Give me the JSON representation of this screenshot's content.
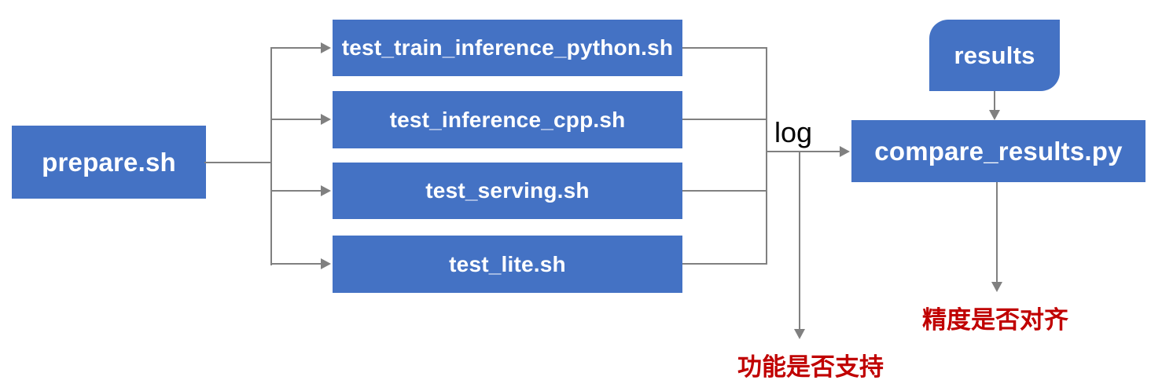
{
  "diagram": {
    "colors": {
      "node_fill": "#4472C4",
      "node_text": "#ffffff",
      "line": "#808080",
      "log_text": "#000000",
      "question_text": "#C00000"
    },
    "nodes": {
      "prepare": {
        "label": "prepare.sh"
      },
      "tests": [
        {
          "label": "test_train_inference_python.sh"
        },
        {
          "label": "test_inference_cpp.sh"
        },
        {
          "label": "test_serving.sh"
        },
        {
          "label": "test_lite.sh"
        }
      ],
      "results": {
        "label": "results"
      },
      "compare": {
        "label": "compare_results.py"
      }
    },
    "labels": {
      "log": "log",
      "function_support": "功能是否支持",
      "precision_aligned": "精度是否对齐"
    }
  }
}
